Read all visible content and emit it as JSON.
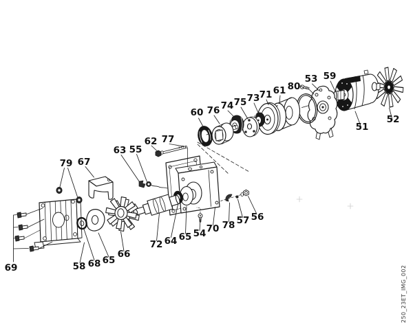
{
  "figure": {
    "side_code": "250_23ET_IMG_002"
  },
  "colors": {
    "ink": "#1a1a1a",
    "paper": "#ffffff",
    "shade": "#1d1d1d"
  },
  "callouts": [
    "60",
    "76",
    "74",
    "75",
    "73",
    "71",
    "61",
    "80",
    "53",
    "59",
    "51",
    "52",
    "62",
    "77",
    "63",
    "55",
    "67",
    "79",
    "69",
    "58",
    "68",
    "65",
    "66",
    "72",
    "64",
    "65",
    "54",
    "70",
    "78",
    "57",
    "56"
  ]
}
